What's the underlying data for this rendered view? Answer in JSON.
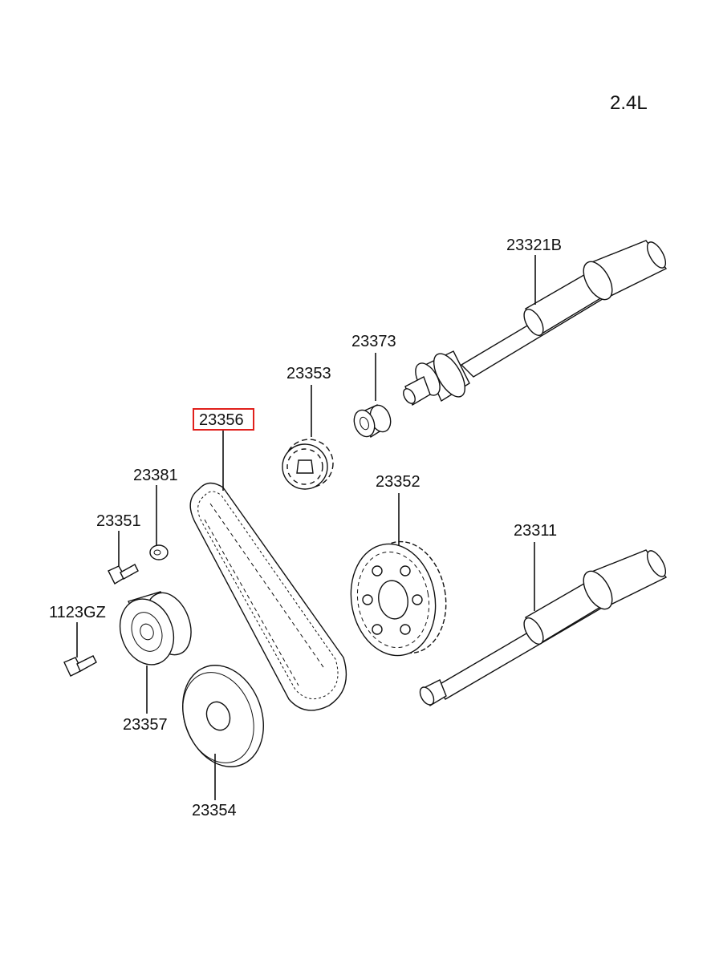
{
  "engine_label": "2.4L",
  "highlight_color": "#e0201c",
  "parts": {
    "p23321B": "23321B",
    "p23373": "23373",
    "p23353": "23353",
    "p23356": "23356",
    "p23381": "23381",
    "p23351": "23351",
    "p1123GZ": "1123GZ",
    "p23352": "23352",
    "p23311": "23311",
    "p23357": "23357",
    "p23354": "23354"
  },
  "highlighted_part": "23356"
}
